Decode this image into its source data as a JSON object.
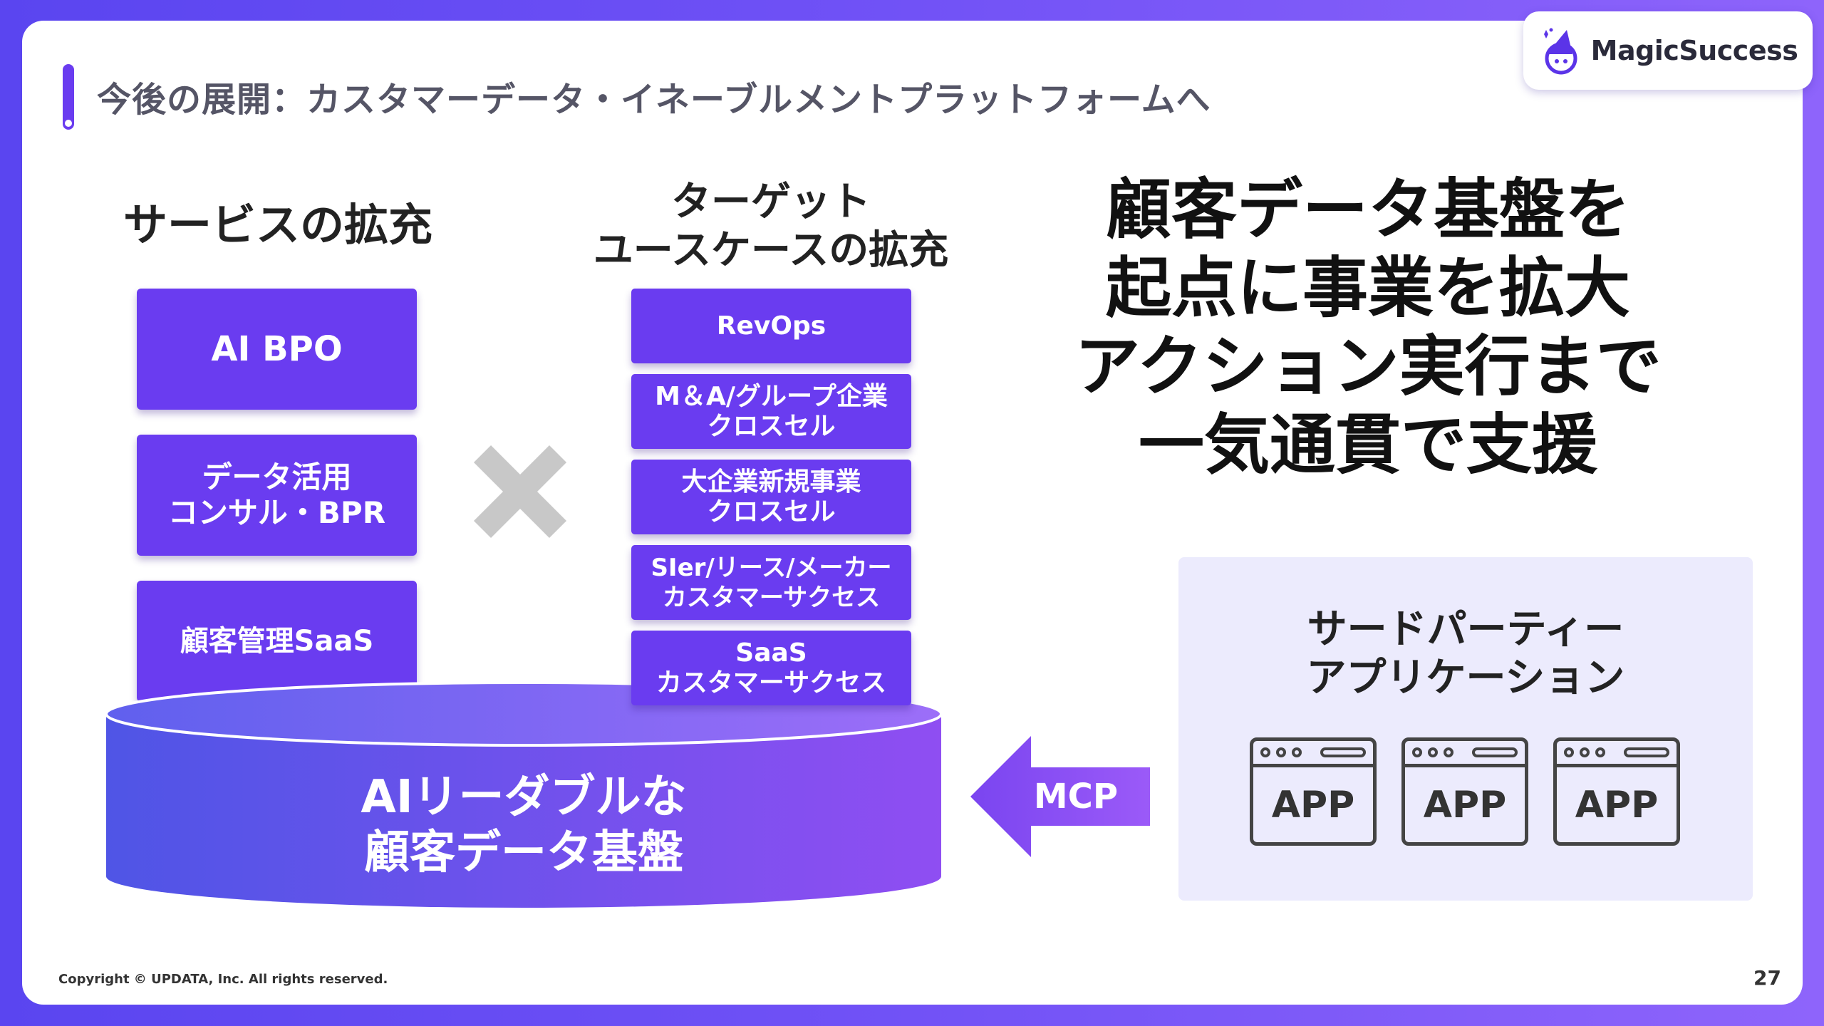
{
  "header": {
    "title": "今後の展開：カスタマーデータ・イネーブルメントプラットフォームへ"
  },
  "logo": {
    "text": "MagicSuccess",
    "icon": "wizard-hat-icon"
  },
  "services": {
    "heading": "サービスの拡充",
    "items": [
      "AI BPO",
      "データ活用\nコンサル・BPR",
      "顧客管理SaaS"
    ]
  },
  "cross_icon": "multiply-icon",
  "use_cases": {
    "heading": "ターゲット\nユースケースの拡充",
    "items": [
      "RevOps",
      "M＆A/グループ企業\nクロスセル",
      "大企業新規事業\nクロスセル",
      "SIer/リース/メーカー\nカスタマーサクセス",
      "SaaS\nカスタマーサクセス"
    ]
  },
  "main_message": "顧客データ基盤を\n起点に事業を拡大\nアクション実行まで\n一気通貫で支援",
  "platform": {
    "label": "AIリーダブルな\n顧客データ基盤"
  },
  "connector": {
    "label": "MCP"
  },
  "third_party": {
    "title": "サードパーティー\nアプリケーション",
    "apps": [
      "APP",
      "APP",
      "APP"
    ]
  },
  "footer": {
    "copyright": "Copyright © UPDATA, Inc. All rights reserved.",
    "page_number": "27"
  },
  "colors": {
    "primary": "#6a3cf0",
    "panel": "#ecebfd",
    "background_start": "#5a45f0",
    "background_end": "#8e64fb"
  }
}
